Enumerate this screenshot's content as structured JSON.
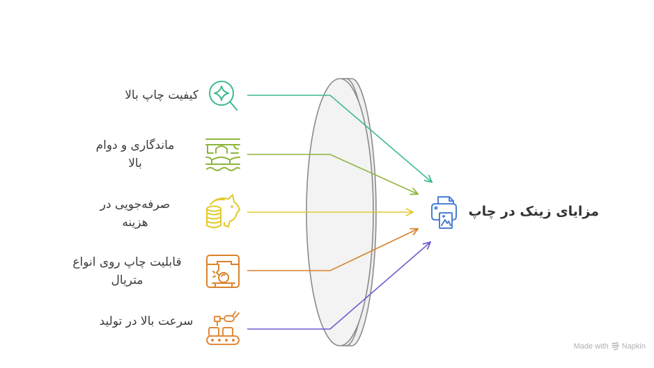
{
  "diagram": {
    "title": "مزایای زینک در چاپ",
    "center_icon": "printer-image-icon",
    "center_color": "#4a7fd4",
    "lens_fill": "#f2f2f2",
    "lens_stroke": "#8a8a8a",
    "items": [
      {
        "label": "کیفیت چاپ بالا",
        "icon": "magnifier-sparkle-icon",
        "color": "#3dba8a"
      },
      {
        "label": "ماندگاری و دوام بالا",
        "icon": "bridge-water-icon",
        "color": "#8db53c"
      },
      {
        "label": "صرفه‌جویی در هزینه",
        "icon": "piggy-bank-coins-icon",
        "color": "#e2c92a"
      },
      {
        "label": "قابلیت چاپ روی انواع متریال",
        "icon": "3d-printer-icon",
        "color": "#d9822b"
      },
      {
        "label": "سرعت بالا در تولید",
        "icon": "conveyor-robot-arm-icon",
        "color": "#e08a3a",
        "arrow_color": "#6b5bd0"
      }
    ]
  },
  "watermark": {
    "prefix": "Made with",
    "brand": "Napkin"
  }
}
